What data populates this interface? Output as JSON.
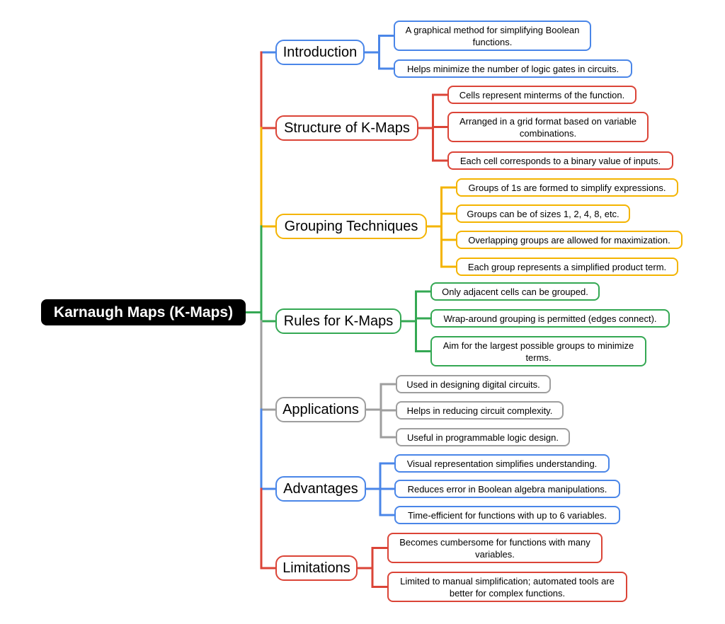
{
  "root": {
    "label": "Karnaugh Maps (K-Maps)"
  },
  "branches": [
    {
      "label": "Introduction",
      "color": "#4a86e8",
      "items": [
        "A graphical method for simplifying Boolean functions.",
        "Helps minimize the number of logic gates in circuits."
      ]
    },
    {
      "label": "Structure of K-Maps",
      "color": "#db4437",
      "items": [
        "Cells represent minterms of the function.",
        "Arranged in a grid format based on variable combinations.",
        "Each cell corresponds to a binary value of inputs."
      ]
    },
    {
      "label": "Grouping Techniques",
      "color": "#f4b400",
      "items": [
        "Groups of 1s are formed to simplify expressions.",
        "Groups can be of sizes 1, 2, 4, 8, etc.",
        "Overlapping groups are allowed for maximization.",
        "Each group represents a simplified product term."
      ]
    },
    {
      "label": "Rules for K-Maps",
      "color": "#34a853",
      "items": [
        "Only adjacent cells can be grouped.",
        "Wrap-around grouping is permitted (edges connect).",
        "Aim for the largest possible groups to minimize terms."
      ]
    },
    {
      "label": "Applications",
      "color": "#9e9e9e",
      "items": [
        "Used in designing digital circuits.",
        "Helps in reducing circuit complexity.",
        "Useful in programmable logic design."
      ]
    },
    {
      "label": "Advantages",
      "color": "#4a86e8",
      "items": [
        "Visual representation simplifies understanding.",
        "Reduces error in Boolean algebra manipulations.",
        "Time-efficient for functions with up to 6 variables."
      ]
    },
    {
      "label": "Limitations",
      "color": "#db4437",
      "items": [
        "Becomes cumbersome for functions with many variables.",
        "Limited to manual simplification; automated tools are better for complex functions."
      ]
    }
  ]
}
